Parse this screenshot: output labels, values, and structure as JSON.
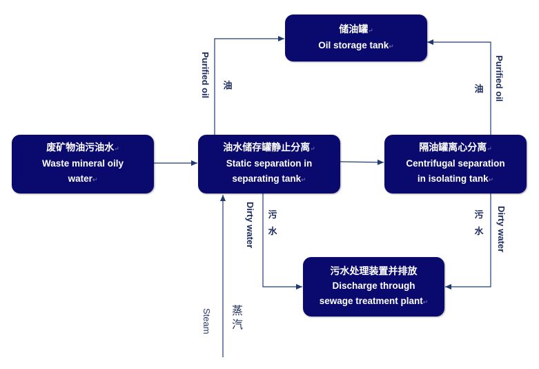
{
  "colors": {
    "node_fill": "#0a0a6e",
    "node_text": "#ffffff",
    "arrow": "#1f3a6e",
    "label": "#1a2a5e"
  },
  "nodes": {
    "oil_storage": {
      "zh": "储油罐",
      "en": [
        "Oil storage tank"
      ]
    },
    "waste_water": {
      "zh": "废矿物油污油水",
      "en": [
        "Waste mineral oily",
        "water"
      ]
    },
    "static_sep": {
      "zh": "油水储存罐静止分离",
      "en": [
        "Static separation in",
        "separating tank"
      ]
    },
    "centrifugal_sep": {
      "zh": "隔油罐离心分离",
      "en": [
        "Centrifugal separation",
        "in isolating tank"
      ]
    },
    "discharge": {
      "zh": "污水处理装置并排放",
      "en": [
        "Discharge through",
        "sewage treatment plant"
      ]
    }
  },
  "edge_labels": {
    "static_to_storage": {
      "en": "Purified oil",
      "zh": "油"
    },
    "centrifugal_to_storage": {
      "en": "Purified oil",
      "zh": "油"
    },
    "static_to_discharge": {
      "en": "Dirty water",
      "zh": [
        "污",
        "水"
      ]
    },
    "centrifugal_to_discharge": {
      "en": "Dirty water",
      "zh": [
        "污",
        "水"
      ]
    },
    "steam_in": {
      "en": "Steam",
      "zh": [
        "蒸",
        "汽"
      ]
    }
  },
  "return_mark": "↵"
}
